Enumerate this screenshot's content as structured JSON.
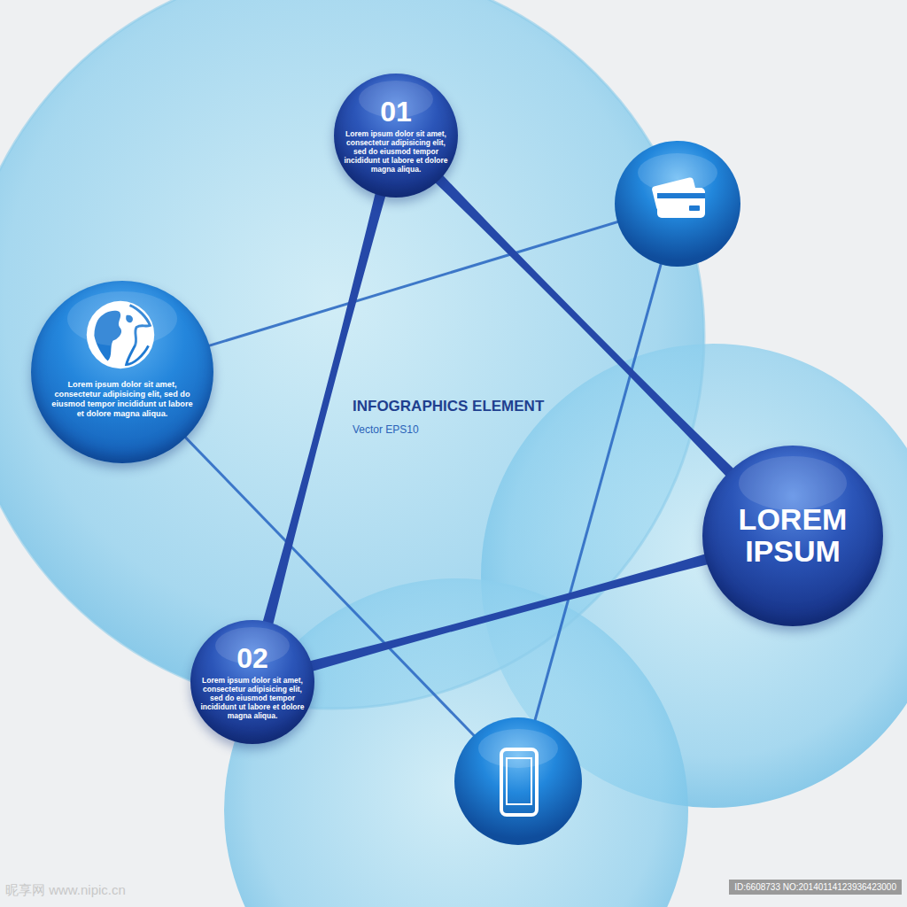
{
  "diagram": {
    "title": "INFOGRAPHICS ELEMENT",
    "caption": "Vector EPS10",
    "nodes": [
      {
        "text": [
          "01",
          "Lorem ipsum dolor sit amet, consectetur adipisicing elit, sed do eiusmod tempor incididunt ut labore et dolore magna aliqua."
        ]
      },
      {
        "text": [
          "Lorem ipsum dolor sit amet, consectetur adipisicing elit, sed do eiusmod tempor incididunt ut labore et dolore magna aliqua."
        ]
      },
      {
        "text": [
          "LOREM IPSUM"
        ]
      },
      {
        "text": [
          "02",
          "Lorem ipsum dolor sit amet, consectetur adipisicing elit, sed do eiusmod tempor incididunt ut labore et dolore magna aliqua."
        ]
      }
    ],
    "edges": [
      {
        "from": 0,
        "to": 3,
        "arrow": "none"
      },
      {
        "from": 0,
        "to": 2,
        "arrow": "none"
      },
      {
        "from": 2,
        "to": 3,
        "arrow": "none"
      }
    ],
    "labels": [
      "昵享网 www.nipic.cn",
      "ID:6608733 NO:20140114123936423000"
    ]
  }
}
